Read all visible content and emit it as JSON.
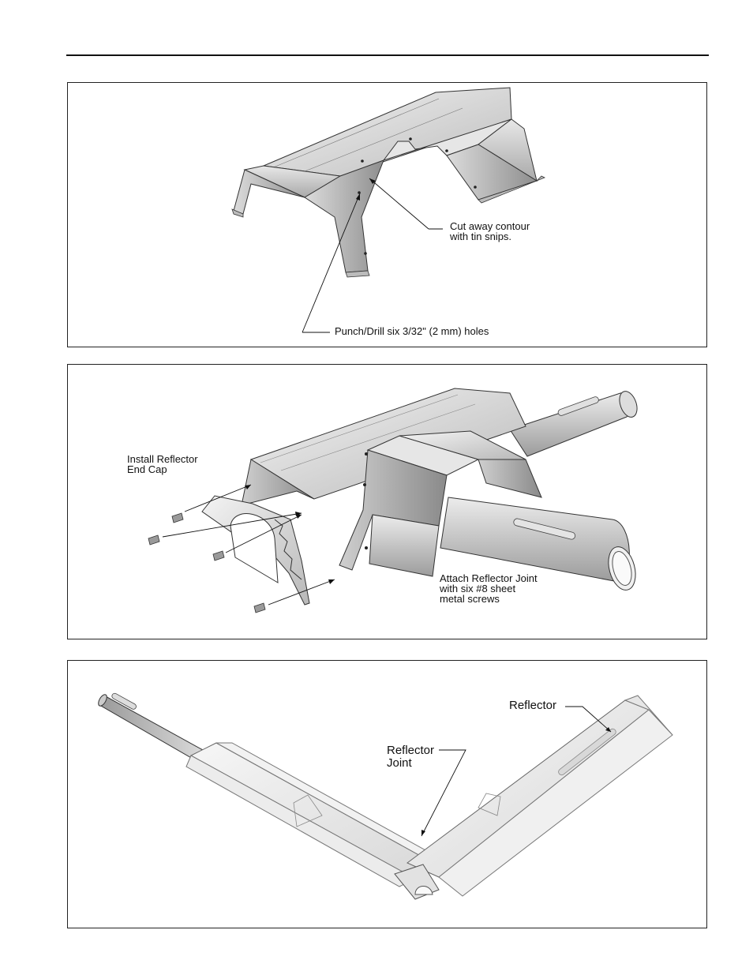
{
  "figures": {
    "fig1": {
      "callout_cut": "Cut away contour\nwith tin snips.",
      "callout_drill": "Punch/Drill six 3/32\" (2 mm) holes"
    },
    "fig2": {
      "callout_endcap": "Install Reflector\nEnd Cap",
      "callout_joint": "Attach Reflector Joint\nwith six #8 sheet\nmetal screws"
    },
    "fig3": {
      "callout_reflector": "Reflector",
      "callout_joint": "Reflector\nJoint"
    }
  },
  "colors": {
    "rule": "#111111",
    "panel_border": "#222222",
    "metal_light": "#eeeeee",
    "metal_mid": "#c8c8c8",
    "metal_dark": "#8a8a8a"
  }
}
